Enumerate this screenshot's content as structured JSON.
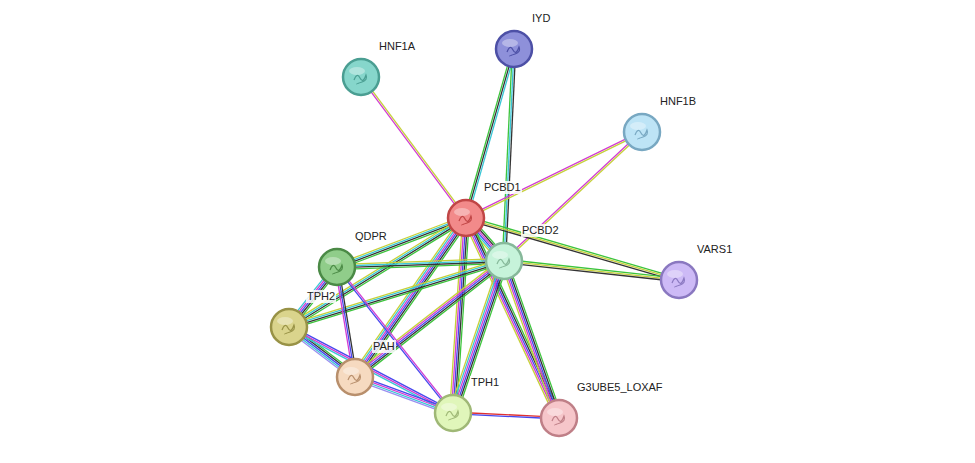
{
  "diagram": {
    "nodes": [
      {
        "text": [
          "HNF1A"
        ]
      },
      {
        "text": [
          "IYD"
        ]
      },
      {
        "text": [
          "HNF1B"
        ]
      },
      {
        "text": [
          "PCBD1"
        ]
      },
      {
        "text": [
          "PCBD2"
        ]
      },
      {
        "text": [
          "QDPR"
        ]
      },
      {
        "text": [
          "VARS1"
        ]
      },
      {
        "text": [
          "TPH2"
        ]
      },
      {
        "text": [
          "PAH"
        ]
      },
      {
        "text": [
          "TPH1"
        ]
      },
      {
        "text": [
          "G3UBE5_LOXAF"
        ]
      }
    ],
    "edges": [
      {
        "from": 3,
        "to": 0,
        "arrow": "none"
      },
      {
        "from": 3,
        "to": 1,
        "arrow": "none"
      },
      {
        "from": 4,
        "to": 1,
        "arrow": "none"
      },
      {
        "from": 3,
        "to": 2,
        "arrow": "none"
      },
      {
        "from": 4,
        "to": 2,
        "arrow": "none"
      },
      {
        "from": 3,
        "to": 4,
        "arrow": "none"
      },
      {
        "from": 3,
        "to": 6,
        "arrow": "none"
      },
      {
        "from": 4,
        "to": 6,
        "arrow": "none"
      },
      {
        "from": 3,
        "to": 5,
        "arrow": "none"
      },
      {
        "from": 3,
        "to": 7,
        "arrow": "none"
      },
      {
        "from": 3,
        "to": 8,
        "arrow": "none"
      },
      {
        "from": 3,
        "to": 9,
        "arrow": "none"
      },
      {
        "from": 3,
        "to": 10,
        "arrow": "none"
      },
      {
        "from": 4,
        "to": 5,
        "arrow": "none"
      },
      {
        "from": 4,
        "to": 7,
        "arrow": "none"
      },
      {
        "from": 4,
        "to": 8,
        "arrow": "none"
      },
      {
        "from": 4,
        "to": 9,
        "arrow": "none"
      },
      {
        "from": 4,
        "to": 10,
        "arrow": "none"
      },
      {
        "from": 5,
        "to": 7,
        "arrow": "none"
      },
      {
        "from": 5,
        "to": 8,
        "arrow": "none"
      },
      {
        "from": 5,
        "to": 9,
        "arrow": "none"
      },
      {
        "from": 7,
        "to": 8,
        "arrow": "none"
      },
      {
        "from": 7,
        "to": 9,
        "arrow": "none"
      },
      {
        "from": 8,
        "to": 9,
        "arrow": "none"
      },
      {
        "from": 9,
        "to": 10,
        "arrow": "none"
      }
    ]
  }
}
